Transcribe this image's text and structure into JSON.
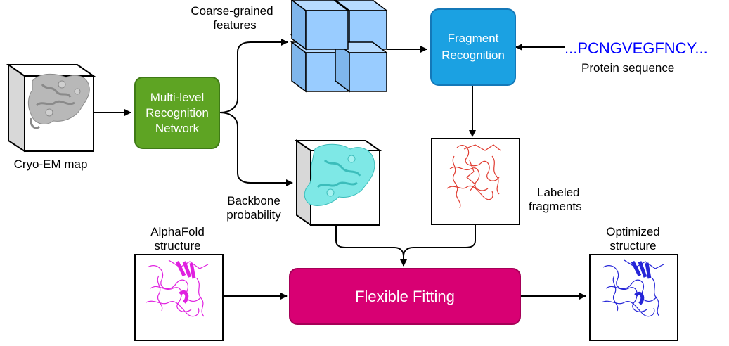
{
  "nodes": {
    "multilevel": {
      "lines": [
        "Multi-level",
        "Recognition",
        "Network"
      ],
      "fill": "#5ea423",
      "stroke": "#3f7a16"
    },
    "fragment": {
      "lines": [
        "Fragment",
        "Recognition"
      ],
      "fill": "#1ba1e2",
      "stroke": "#1478b8"
    },
    "flexible": {
      "label": "Flexible Fitting",
      "fill": "#d80073",
      "stroke": "#a50057"
    }
  },
  "labels": {
    "cryo_em": "Cryo-EM map",
    "coarse": [
      "Coarse-grained",
      "features"
    ],
    "protein_seq": "...PCNGVEGFNCY...",
    "protein_caption": "Protein sequence",
    "backbone": [
      "Backbone",
      "probability"
    ],
    "labeled": [
      "Labeled",
      "fragments"
    ],
    "alphafold": [
      "AlphaFold",
      "structure"
    ],
    "optimized": [
      "Optimized",
      "structure"
    ]
  },
  "colors": {
    "cube_face": "#99ccff",
    "cube_edge": "#000000",
    "sequence_text": "#0000ff",
    "density_gray": "#b8b8b8",
    "density_cyan": "#7ee8e6",
    "fragments_red": "#e03c31",
    "alphafold_magenta": "#e020e0",
    "optimized_blue": "#2525d8"
  }
}
